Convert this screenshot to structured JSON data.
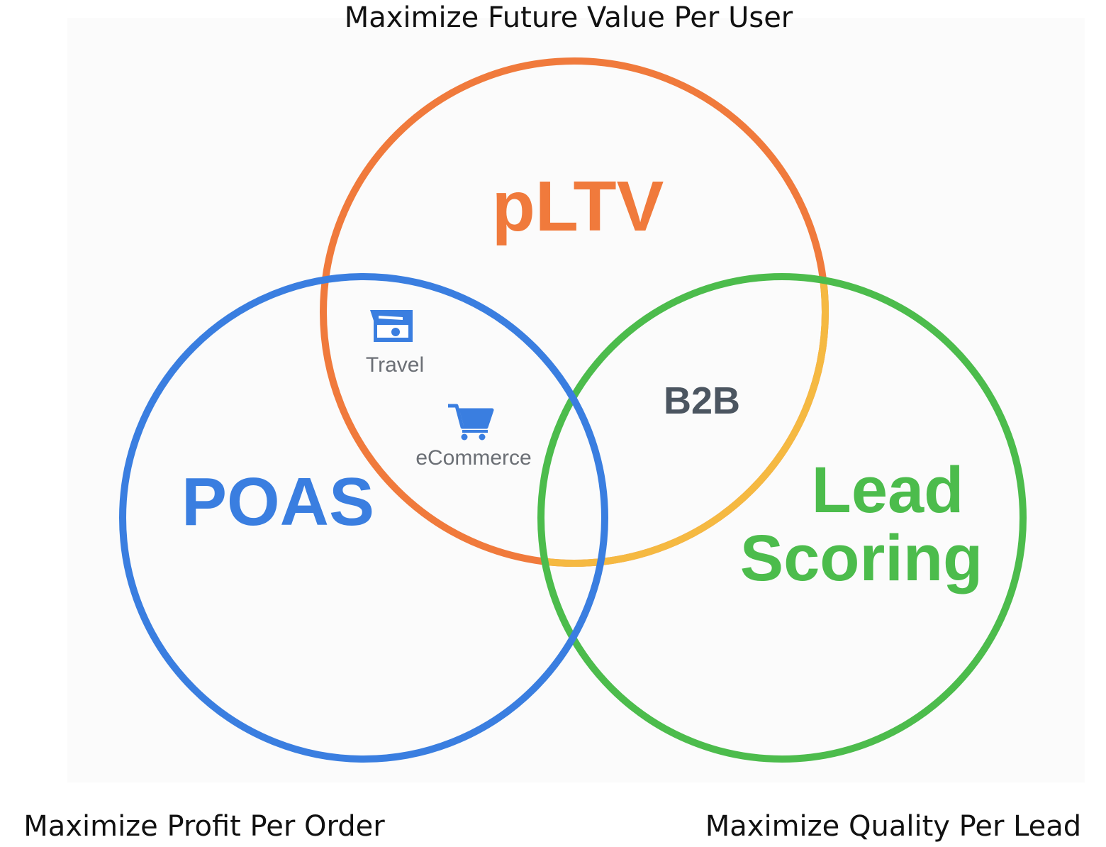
{
  "captions": {
    "top": "Maximize Future Value Per User",
    "bottom_left": "Maximize Profit Per Order",
    "bottom_right": "Maximize Quality Per Lead"
  },
  "circles": {
    "pltv": {
      "label": "pLTV",
      "color": "#f07a3c"
    },
    "poas": {
      "label": "POAS",
      "color": "#3a7ee0"
    },
    "lead": {
      "label_line1": "Lead",
      "label_line2": "Scoring",
      "color": "#4cbc4c"
    },
    "overlap_color": "#f5b942"
  },
  "intersections": {
    "travel": {
      "label": "Travel",
      "icon": "ticket-icon"
    },
    "ecommerce": {
      "label": "eCommerce",
      "icon": "shopping-cart-icon"
    },
    "b2b": {
      "label": "B2B"
    }
  }
}
